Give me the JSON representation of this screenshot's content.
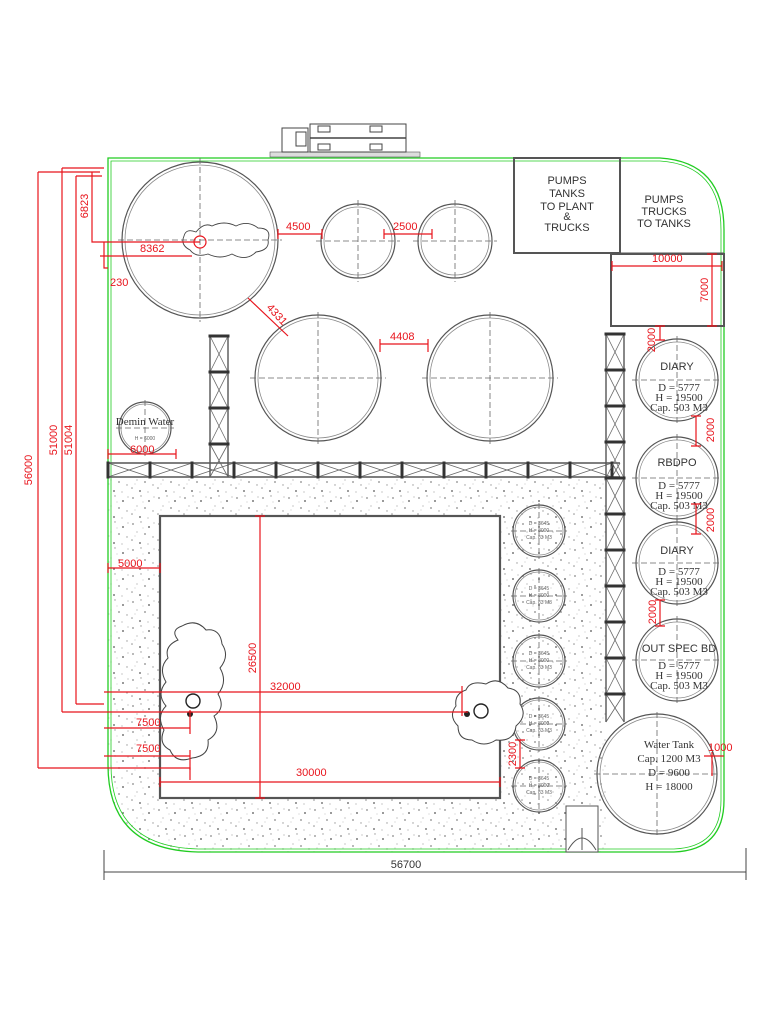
{
  "boxes": {
    "pumps_tanks": [
      "PUMPS",
      "TANKS",
      "TO PLANT",
      "&",
      "TRUCKS"
    ],
    "pumps_trucks": [
      "PUMPS",
      "TRUCKS",
      "TO TANKS"
    ]
  },
  "tanks": {
    "diary_1": {
      "name": "DIARY",
      "d": "D = 5777",
      "h": "H = 19500",
      "cap": "Cap. 503 M3"
    },
    "rbdpo": {
      "name": "RBDPO",
      "d": "D = 5777",
      "h": "H = 19500",
      "cap": "Cap. 503 M3"
    },
    "diary_2": {
      "name": "DIARY",
      "d": "D = 5777",
      "h": "H = 19500",
      "cap": "Cap. 503 M3"
    },
    "out_spec": {
      "name": "OUT SPEC BD",
      "d": "D = 5777",
      "h": "H = 19500",
      "cap": "Cap. 503 M3"
    },
    "water": {
      "name": "Water Tank",
      "cap": "Cap. 1200 M3",
      "d": "D = 9600",
      "h": "H = 18000"
    },
    "demin": {
      "name": "Demin Water",
      "h": "H = 6000"
    }
  },
  "small_tanks": [
    {
      "d": "D = 3645",
      "h": "H = 8000",
      "cap": "Cap. 83 M3"
    },
    {
      "d": "D = 3645",
      "h": "H = 8000",
      "cap": "Cap. 83 M3"
    },
    {
      "d": "D = 3645",
      "h": "H = 8000",
      "cap": "Cap. 83 M3"
    },
    {
      "d": "D = 3645",
      "h": "H = 8000",
      "cap": "Cap. 83 M3"
    },
    {
      "d": "D = 3645",
      "h": "H = 8000",
      "cap": "Cap. 83 M3"
    }
  ],
  "dimensions": {
    "overall_width": "56700",
    "overall_height": "56000",
    "d51000": "51000",
    "d51004": "51004",
    "d6823": "6823",
    "d8362": "8362",
    "d230": "230",
    "d4500": "4500",
    "d2500": "2500",
    "d4331": "4331",
    "d4408": "4408",
    "d10000": "10000",
    "d7000": "7000",
    "d2000_a": "2000",
    "d2000_b": "2000",
    "d2000_c": "2000",
    "d2000_d": "2000",
    "d6000": "6000",
    "d5000": "5000",
    "d26500": "26500",
    "d32000": "32000",
    "d7500_a": "7500",
    "d7500_b": "7500",
    "d30000": "30000",
    "d2300": "2300",
    "d1000": "1000"
  },
  "colors": {
    "dimension": "#e8141c",
    "boundary": "#22cc22",
    "linework": "#555555"
  }
}
